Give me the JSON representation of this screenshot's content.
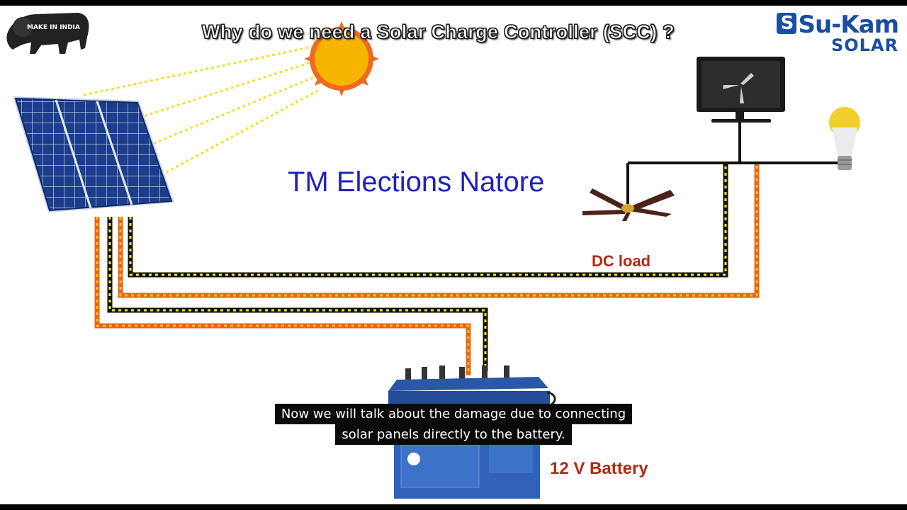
{
  "video": {
    "title": "Why do we need a Solar Charge Controller (SCC) ?",
    "watermark": "TM Elections Natore",
    "subtitle_line1": "Now we will talk about the damage due to connecting",
    "subtitle_line2": "solar panels directly to the battery."
  },
  "logos": {
    "make_in_india": "MAKE IN INDIA",
    "brand_name": "Su-Kam",
    "brand_mark": "S",
    "brand_sub": "SOLAR"
  },
  "labels": {
    "dc_load": "DC load",
    "battery": "12 V Battery"
  },
  "colors": {
    "negative_wire": "#111111",
    "negative_wire_dash": "#f2e51b",
    "positive_wire": "#e8641c",
    "positive_wire_dash": "#f5c518",
    "sun": "#f7b500",
    "panel": "#1f3f8f",
    "battery": "#2f62b8",
    "label_red": "#b22a14"
  }
}
